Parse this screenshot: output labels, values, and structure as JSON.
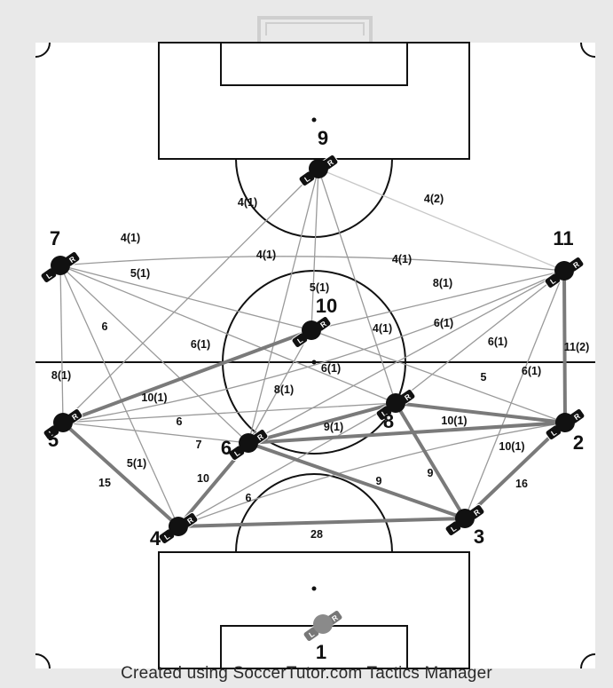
{
  "caption": "Created using SoccerTutor.com Tactics Manager",
  "colors": {
    "background": "#e9e9e9",
    "pitch": "#ffffff",
    "lines": "#111111",
    "player": "#111111",
    "goalkeeper": "#8a8a8a",
    "pass_thin": "#9a9a9a",
    "pass_thick": "#7a7a7a"
  },
  "players": [
    {
      "id": "p1",
      "number": "1",
      "goalkeeper": true
    },
    {
      "id": "p2",
      "number": "2"
    },
    {
      "id": "p3",
      "number": "3"
    },
    {
      "id": "p4",
      "number": "4"
    },
    {
      "id": "p5",
      "number": "5"
    },
    {
      "id": "p6",
      "number": "6"
    },
    {
      "id": "p7",
      "number": "7"
    },
    {
      "id": "p8",
      "number": "8"
    },
    {
      "id": "p9",
      "number": "9"
    },
    {
      "id": "p10",
      "number": "10"
    },
    {
      "id": "p11",
      "number": "11"
    }
  ],
  "foot_labels": {
    "left": "L",
    "right": "R"
  },
  "passes": [
    {
      "from": "p7",
      "to": "p11",
      "label": "4(1)"
    },
    {
      "from": "p9",
      "to": "p11",
      "label": "4(2)"
    },
    {
      "from": "p9",
      "to": "p5",
      "label": "4(1)"
    },
    {
      "from": "p9",
      "to": "p6",
      "label": "4(1)"
    },
    {
      "from": "p9",
      "to": "p10",
      "label": "5(1)"
    },
    {
      "from": "p9",
      "to": "p8",
      "label": "4(1)"
    },
    {
      "from": "p11",
      "to": "p5",
      "label": "4(1)"
    },
    {
      "from": "p11",
      "to": "p10",
      "label": "8(1)"
    },
    {
      "from": "p11",
      "to": "p6",
      "label": "6(1)"
    },
    {
      "from": "p11",
      "to": "p8",
      "label": "6(1)"
    },
    {
      "from": "p11",
      "to": "p3",
      "label": "6(1)"
    },
    {
      "from": "p11",
      "to": "p2",
      "label": "11(2)"
    },
    {
      "from": "p7",
      "to": "p10",
      "label": "5(1)"
    },
    {
      "from": "p7",
      "to": "p4",
      "label": "6"
    },
    {
      "from": "p7",
      "to": "p6",
      "label": "6(1)"
    },
    {
      "from": "p7",
      "to": "p8",
      "label": "6(1)"
    },
    {
      "from": "p7",
      "to": "p5",
      "label": "8(1)"
    },
    {
      "from": "p10",
      "to": "p2",
      "label": "5"
    },
    {
      "from": "p10",
      "to": "p6",
      "label": "8(1)"
    },
    {
      "from": "p5",
      "to": "p10",
      "label": "10(1)"
    },
    {
      "from": "p5",
      "to": "p8",
      "label": "6"
    },
    {
      "from": "p5",
      "to": "p6",
      "label": "7"
    },
    {
      "from": "p5",
      "to": "p4",
      "label": "15"
    },
    {
      "from": "p4",
      "to": "p8",
      "label": "5(1)"
    },
    {
      "from": "p4",
      "to": "p6",
      "label": "10"
    },
    {
      "from": "p4",
      "to": "p2",
      "label": "6"
    },
    {
      "from": "p4",
      "to": "p3",
      "label": "28"
    },
    {
      "from": "p6",
      "to": "p8",
      "label": "9(1)"
    },
    {
      "from": "p6",
      "to": "p2",
      "label": "10(1)"
    },
    {
      "from": "p6",
      "to": "p3",
      "label": "9"
    },
    {
      "from": "p8",
      "to": "p2",
      "label": "10(1)"
    },
    {
      "from": "p8",
      "to": "p3",
      "label": "9"
    },
    {
      "from": "p3",
      "to": "p2",
      "label": "16"
    }
  ]
}
